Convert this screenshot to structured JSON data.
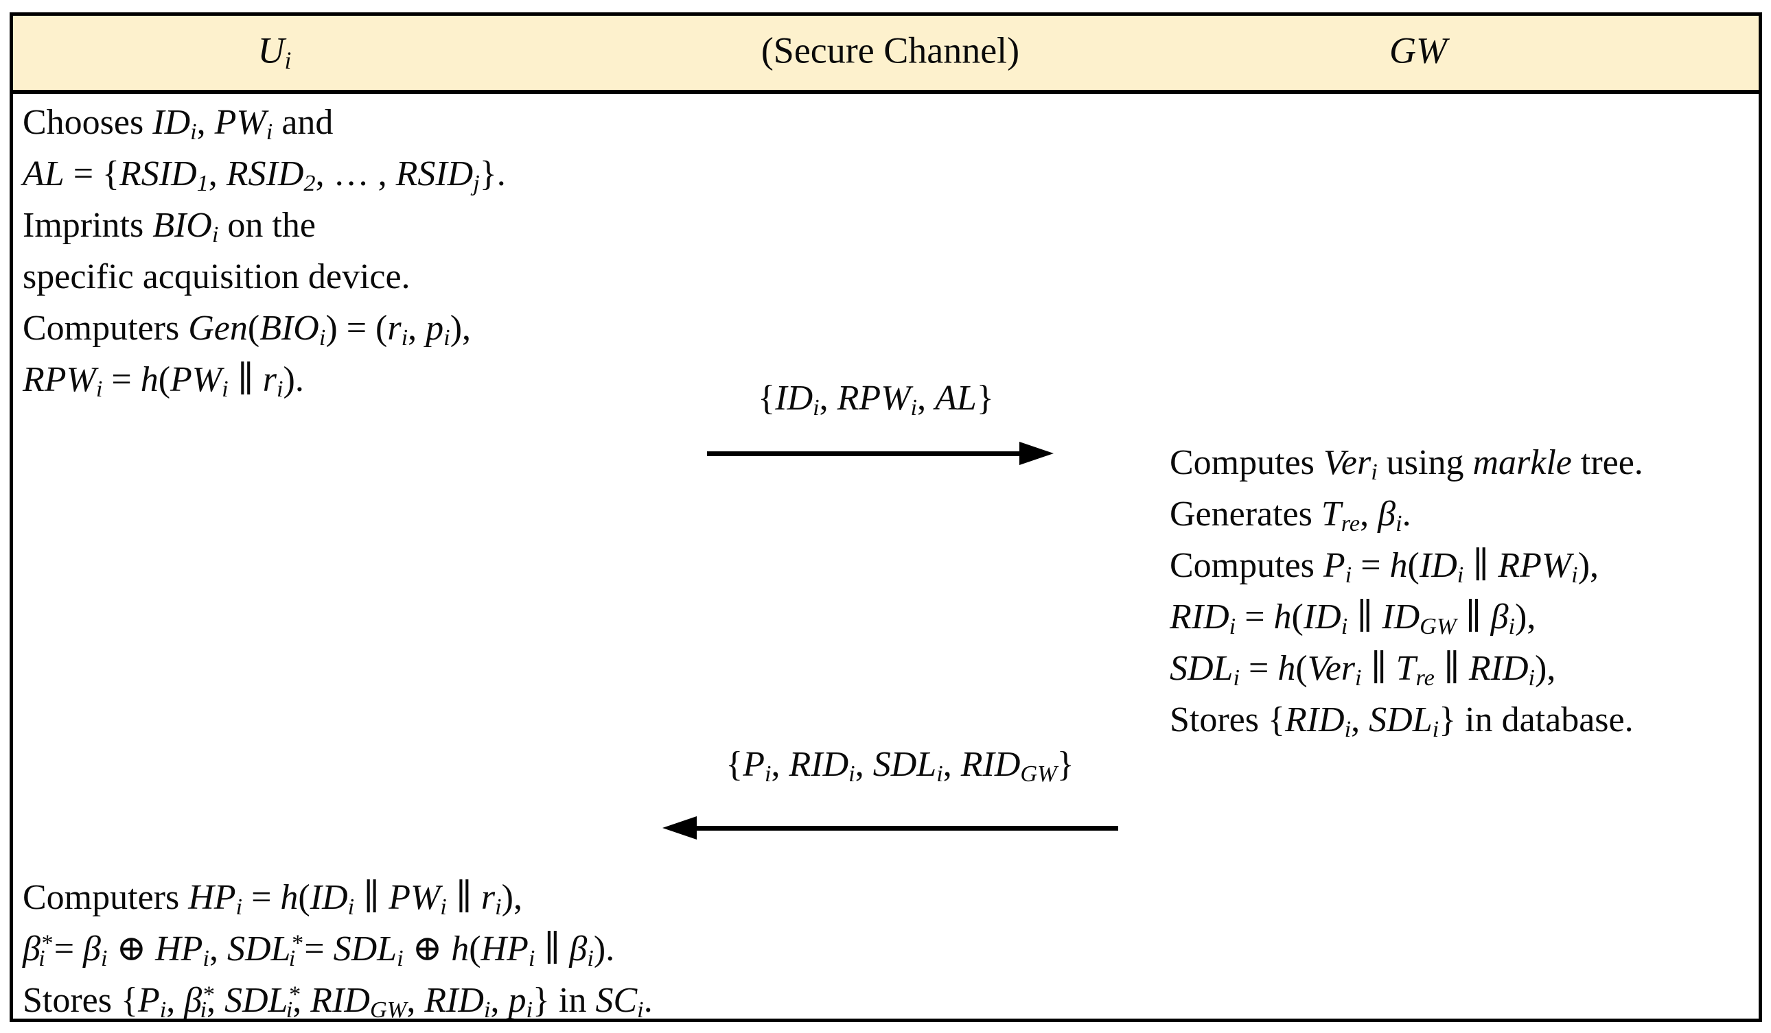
{
  "colors": {
    "header_bg": "#FDF1CD",
    "border": "#000000",
    "text": "#0a0a0a"
  },
  "header": {
    "user": "$U_{i}$",
    "channel": "(Secure Channel)",
    "gateway": "$GW$"
  },
  "user_registration": {
    "lines": [
      "Chooses $ID_{i}$, $PW_{i}$ and",
      "$AL$ = {$RSID_{1}$, $RSID_{2}$, … , $RSID_{j}$}.",
      "Imprints $BIO_{i}$ on the",
      "specific acquisition device.",
      "Computers $Gen$($BIO_{i}$) = ($r_{i}$, $p_{i}$),",
      "$RPW_{i}$ = $h$($PW_{i}$ ∥ $r_{i}$)."
    ]
  },
  "message_to_gw": {
    "label": "{$ID_{i}$, $RPW_{i}$, $AL$}",
    "direction": "right"
  },
  "gateway_steps": {
    "lines": [
      "Computes $Ver_{i}$ using $markle$ tree.",
      "Generates $T_{re}$, $β_{i}$.",
      "Computes $P_{i}$ = $h$($ID_{i}$ ∥ $RPW_{i}$),",
      "$RID_{i}$ = $h$($ID_{i}$ ∥ $ID_{GW}$ ∥ $β_{i}$),",
      "$SDL_{i}$ = $h$($Ver_{i}$ ∥ $T_{re}$ ∥ $RID_{i}$),",
      "Stores {$RID_{i}$, $SDL_{i}$} in database."
    ]
  },
  "message_to_user": {
    "label": "{$P_{i}$, $RID_{i}$, $SDL_{i}$, $RID_{GW}$}",
    "direction": "left"
  },
  "user_final_steps": {
    "lines": [
      "Computers $HP_{i}$ = $h$($ID_{i}$ ∥ $PW_{i}$ ∥ $r_{i}$),",
      "$β^{*}_{i}$ = $β_{i}$ ⊕ $HP_{i}$, $SDL^{*}_{i}$ = $SDL_{i}$ ⊕ $h$($HP_{i}$ ∥ $β_{i}$).",
      "Stores {$P_{i}$, $β^{*}_{i}$, $SDL^{*}_{i}$, $RID_{GW}$, $RID_{i}$, $p_{i}$} in $SC_{i}$."
    ]
  }
}
